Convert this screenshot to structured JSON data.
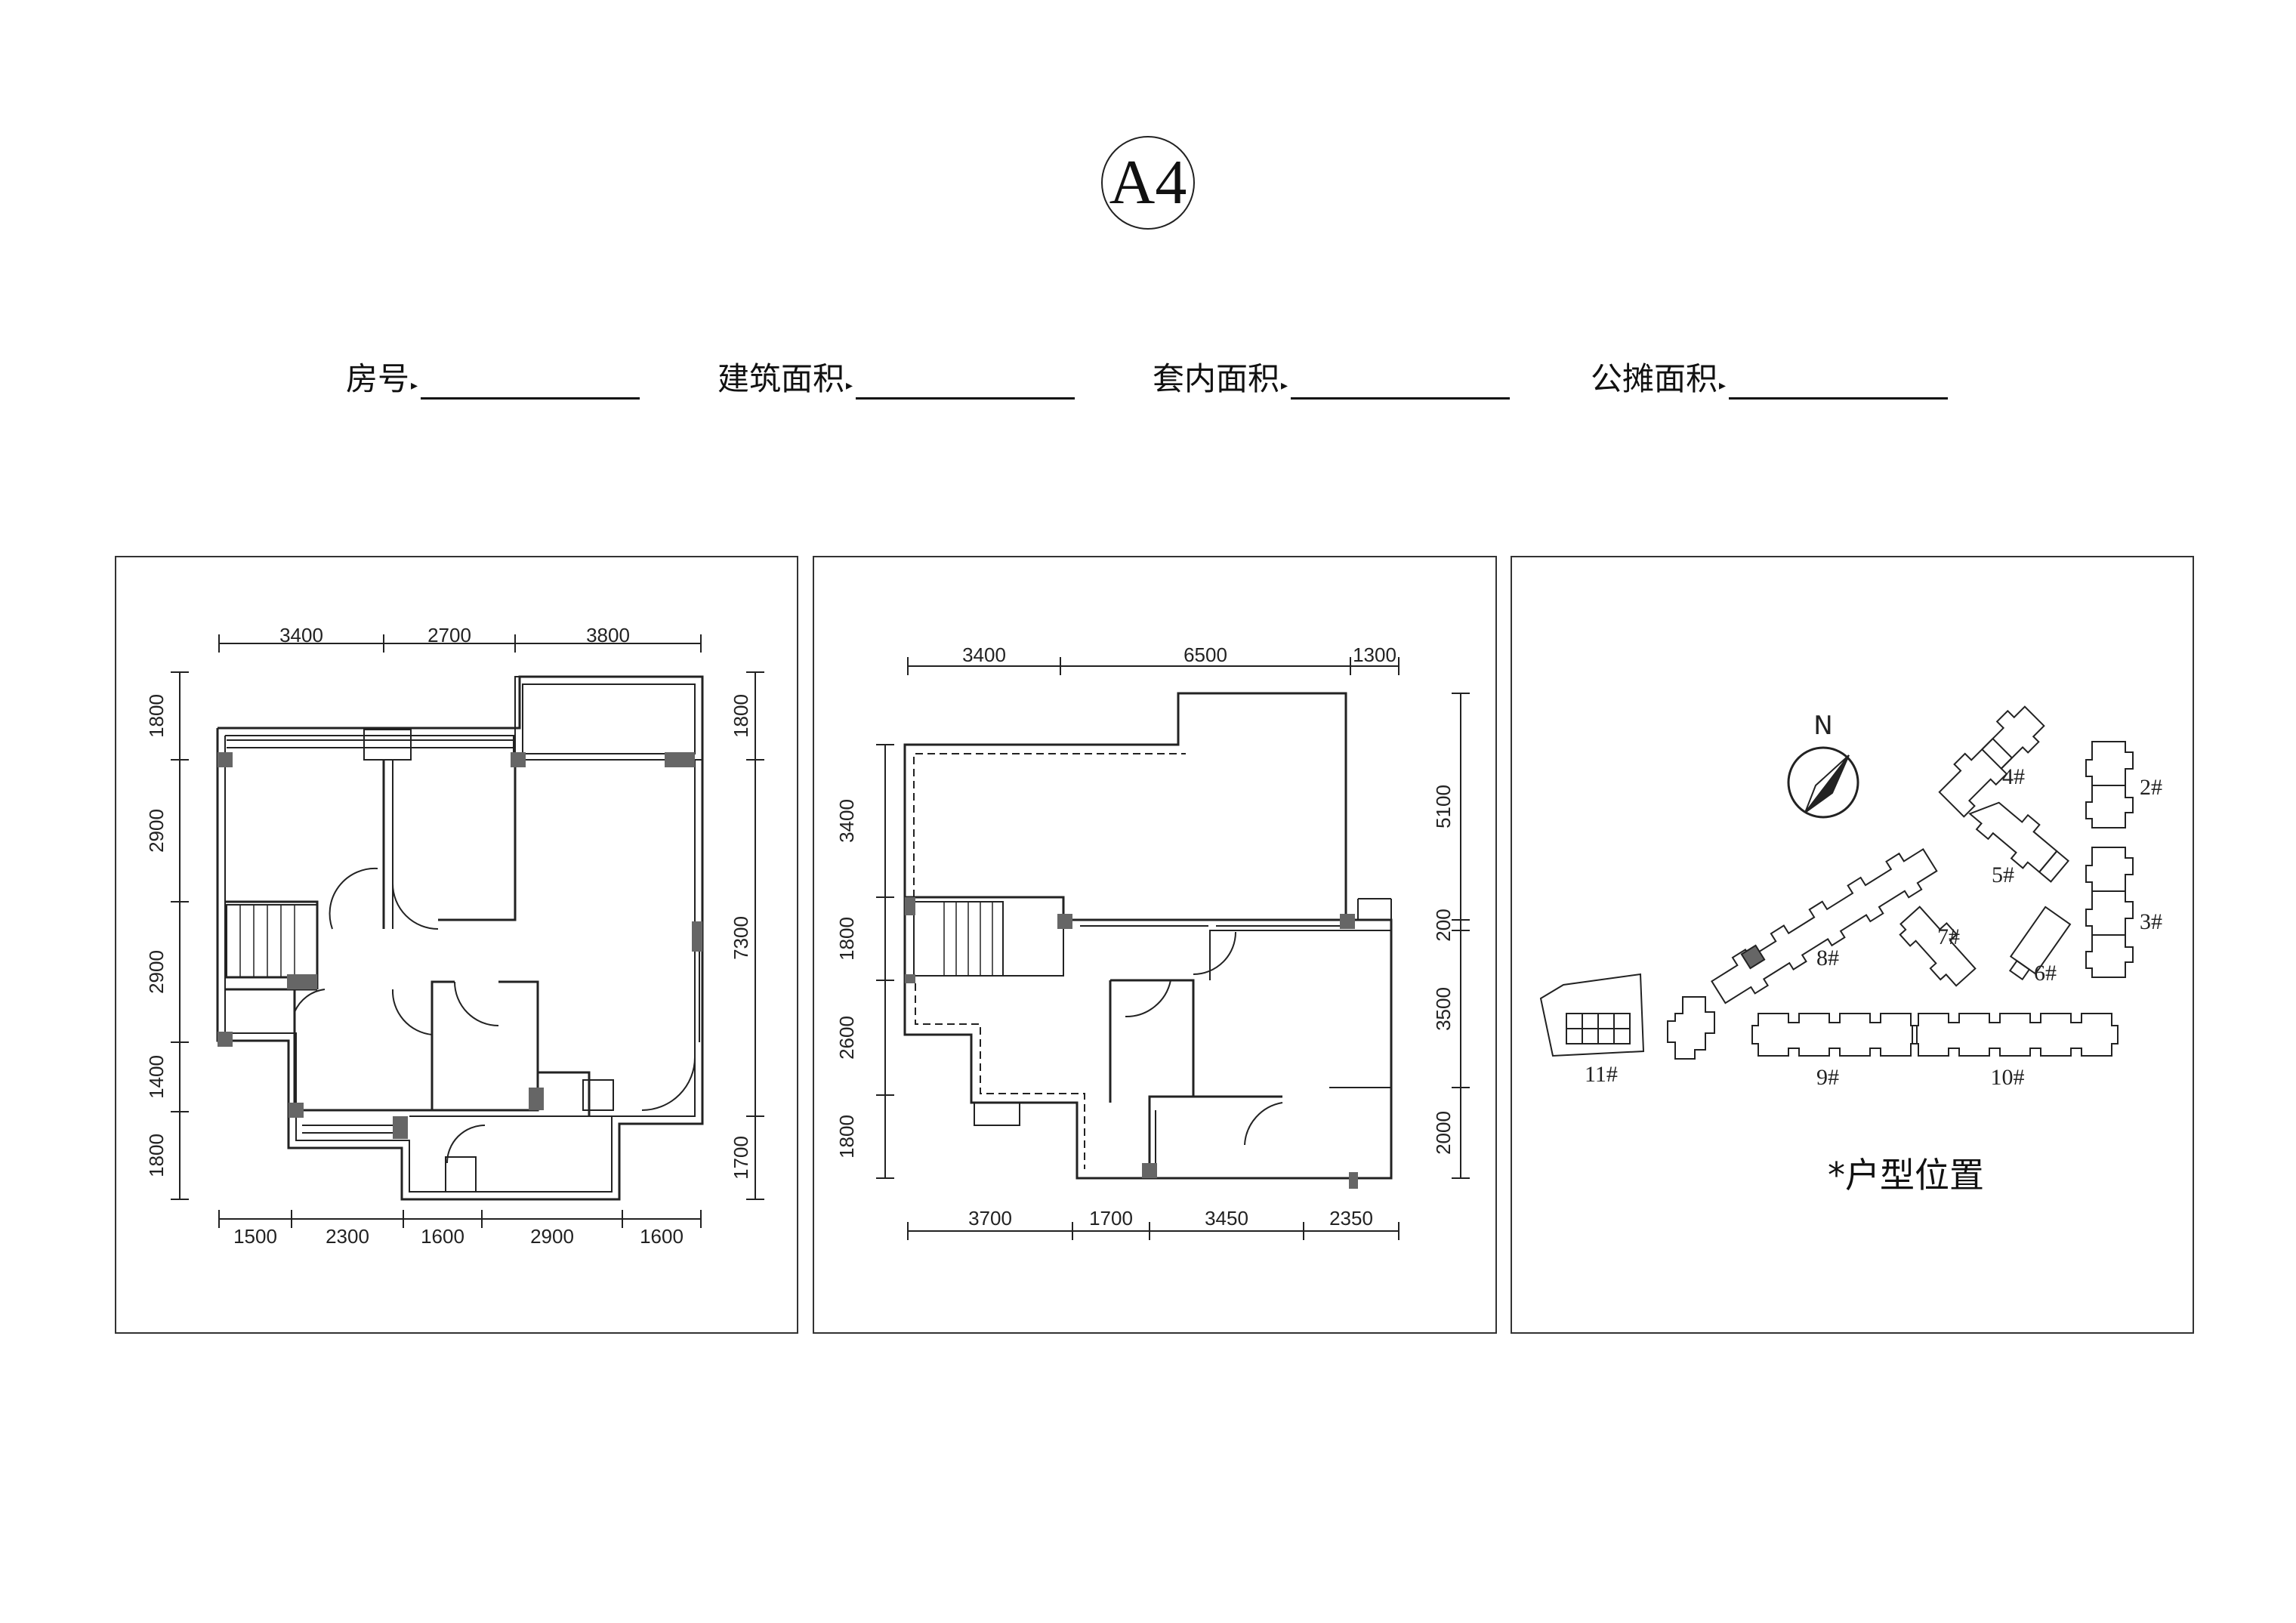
{
  "title": "A4",
  "fields": [
    {
      "label": "房号"
    },
    {
      "label": "建筑面积"
    },
    {
      "label": "套内面积"
    },
    {
      "label": "公摊面积"
    }
  ],
  "plan1": {
    "dims_top": [
      "3400",
      "2700",
      "3800"
    ],
    "dims_bottom": [
      "1500",
      "2300",
      "1600",
      "2900",
      "1600"
    ],
    "dims_left": [
      "1800",
      "2900",
      "2900",
      "1400",
      "1800"
    ],
    "dims_right": [
      "1800",
      "7300",
      "1700"
    ]
  },
  "plan2": {
    "dims_top": [
      "3400",
      "6500",
      "1300"
    ],
    "dims_bottom": [
      "3700",
      "1700",
      "3450",
      "2350"
    ],
    "dims_left": [
      "3400",
      "1800",
      "2600",
      "1800"
    ],
    "dims_right": [
      "5100",
      "200",
      "3500",
      "2000"
    ]
  },
  "site": {
    "north": "N",
    "buildings": [
      "2#",
      "3#",
      "4#",
      "5#",
      "6#",
      "7#",
      "8#",
      "9#",
      "10#",
      "11#"
    ],
    "caption": "*户型位置"
  },
  "colors": {
    "line": "#222222",
    "column": "#666666"
  }
}
